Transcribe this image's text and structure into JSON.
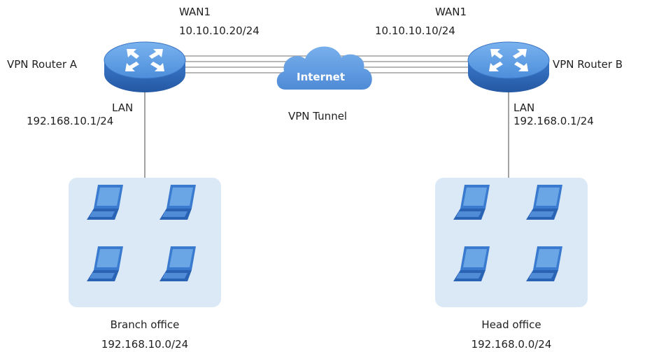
{
  "router_a": {
    "name": "VPN Router A",
    "wan_label": "WAN1",
    "wan_ip": "10.10.10.20/24",
    "lan_label": "LAN",
    "lan_ip": "192.168.10.1/24"
  },
  "router_b": {
    "name": "VPN Router B",
    "wan_label": "WAN1",
    "wan_ip": "10.10.10.10/24",
    "lan_label": "LAN",
    "lan_ip": "192.168.0.1/24"
  },
  "internet": {
    "label": "Internet",
    "tunnel_label": "VPN Tunnel"
  },
  "branch_office": {
    "name": "Branch office",
    "subnet": "192.168.10.0/24",
    "laptop_count": 4
  },
  "head_office": {
    "name": "Head office",
    "subnet": "192.168.0.0/24",
    "laptop_count": 4
  },
  "colors": {
    "router_top": "#5b9ae0",
    "router_side": "#2f69b8",
    "cloud": "#5b9ae0",
    "office_bg": "#dbe9f7",
    "laptop": "#2f6fc4",
    "link_line": "#9a9a9a"
  }
}
